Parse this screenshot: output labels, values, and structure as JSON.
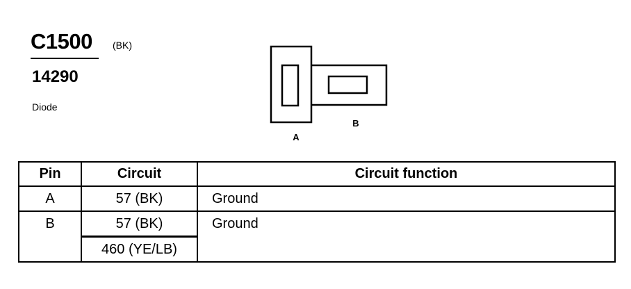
{
  "connector": {
    "id": "C1500",
    "color": "(BK)",
    "part_number": "14290",
    "description": "Diode"
  },
  "diagram": {
    "label_a": "A",
    "label_b": "B"
  },
  "table": {
    "headers": {
      "pin": "Pin",
      "circuit": "Circuit",
      "function": "Circuit function"
    },
    "rows": [
      {
        "pin": "A",
        "circuits": [
          "57 (BK)"
        ],
        "function": "Ground"
      },
      {
        "pin": "B",
        "circuits": [
          "57 (BK)",
          "460 (YE/LB)"
        ],
        "function": "Ground"
      }
    ]
  }
}
